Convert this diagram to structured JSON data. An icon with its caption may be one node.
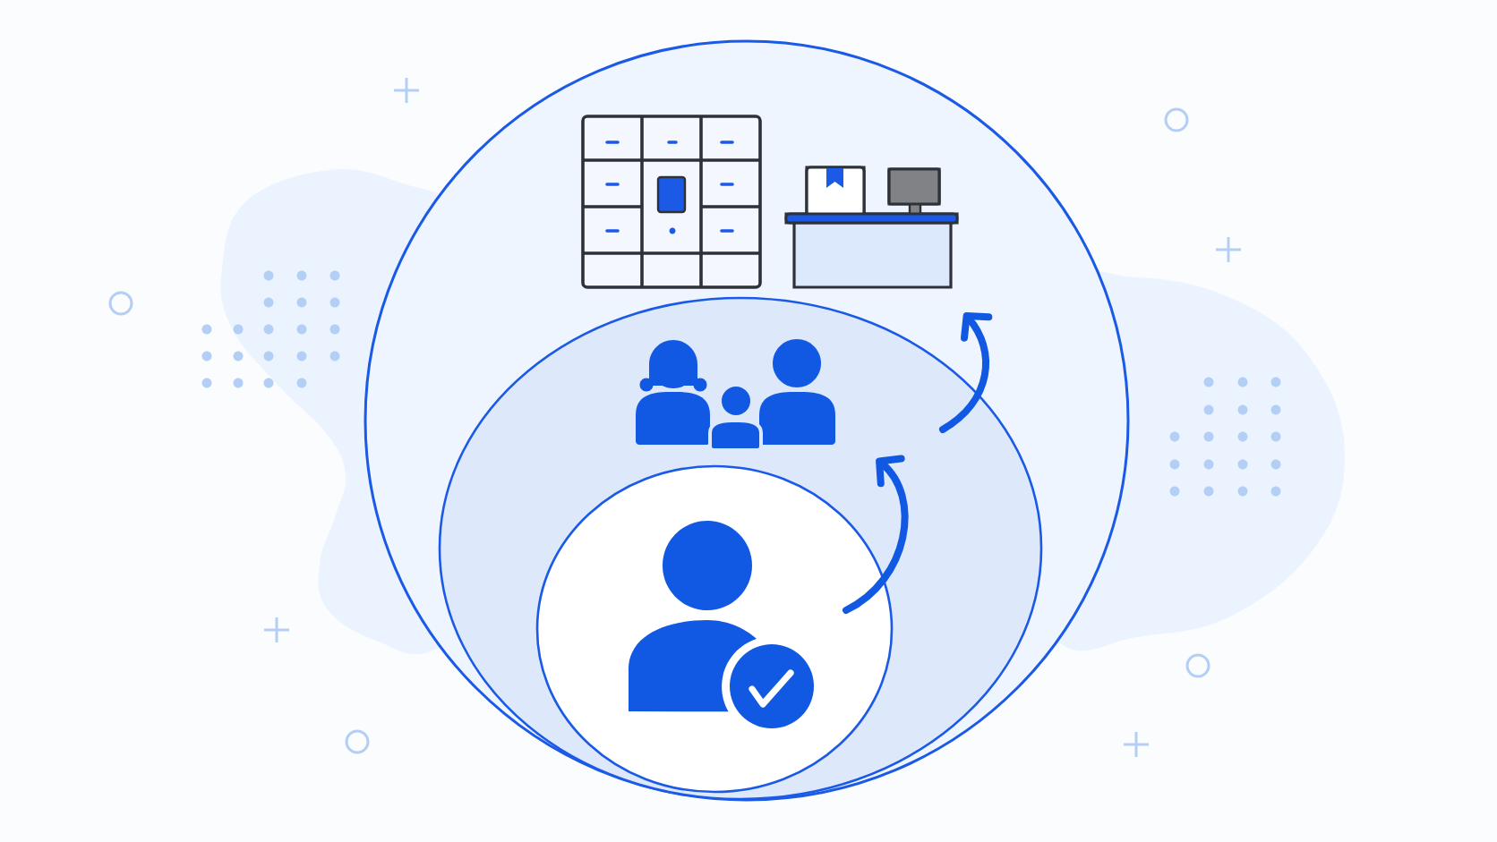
{
  "diagram": {
    "nodes": [
      {
        "text": [],
        "shape": "circle"
      },
      {
        "text": [],
        "shape": "picture",
        "in": 0
      },
      {
        "text": [],
        "shape": "picture",
        "in": 0
      },
      {
        "text": [],
        "shape": "circle",
        "in": 0
      },
      {
        "text": [],
        "shape": "person",
        "in": 3
      },
      {
        "text": [],
        "shape": "circle",
        "in": 3
      },
      {
        "text": [],
        "shape": "person",
        "in": 5
      }
    ]
  }
}
